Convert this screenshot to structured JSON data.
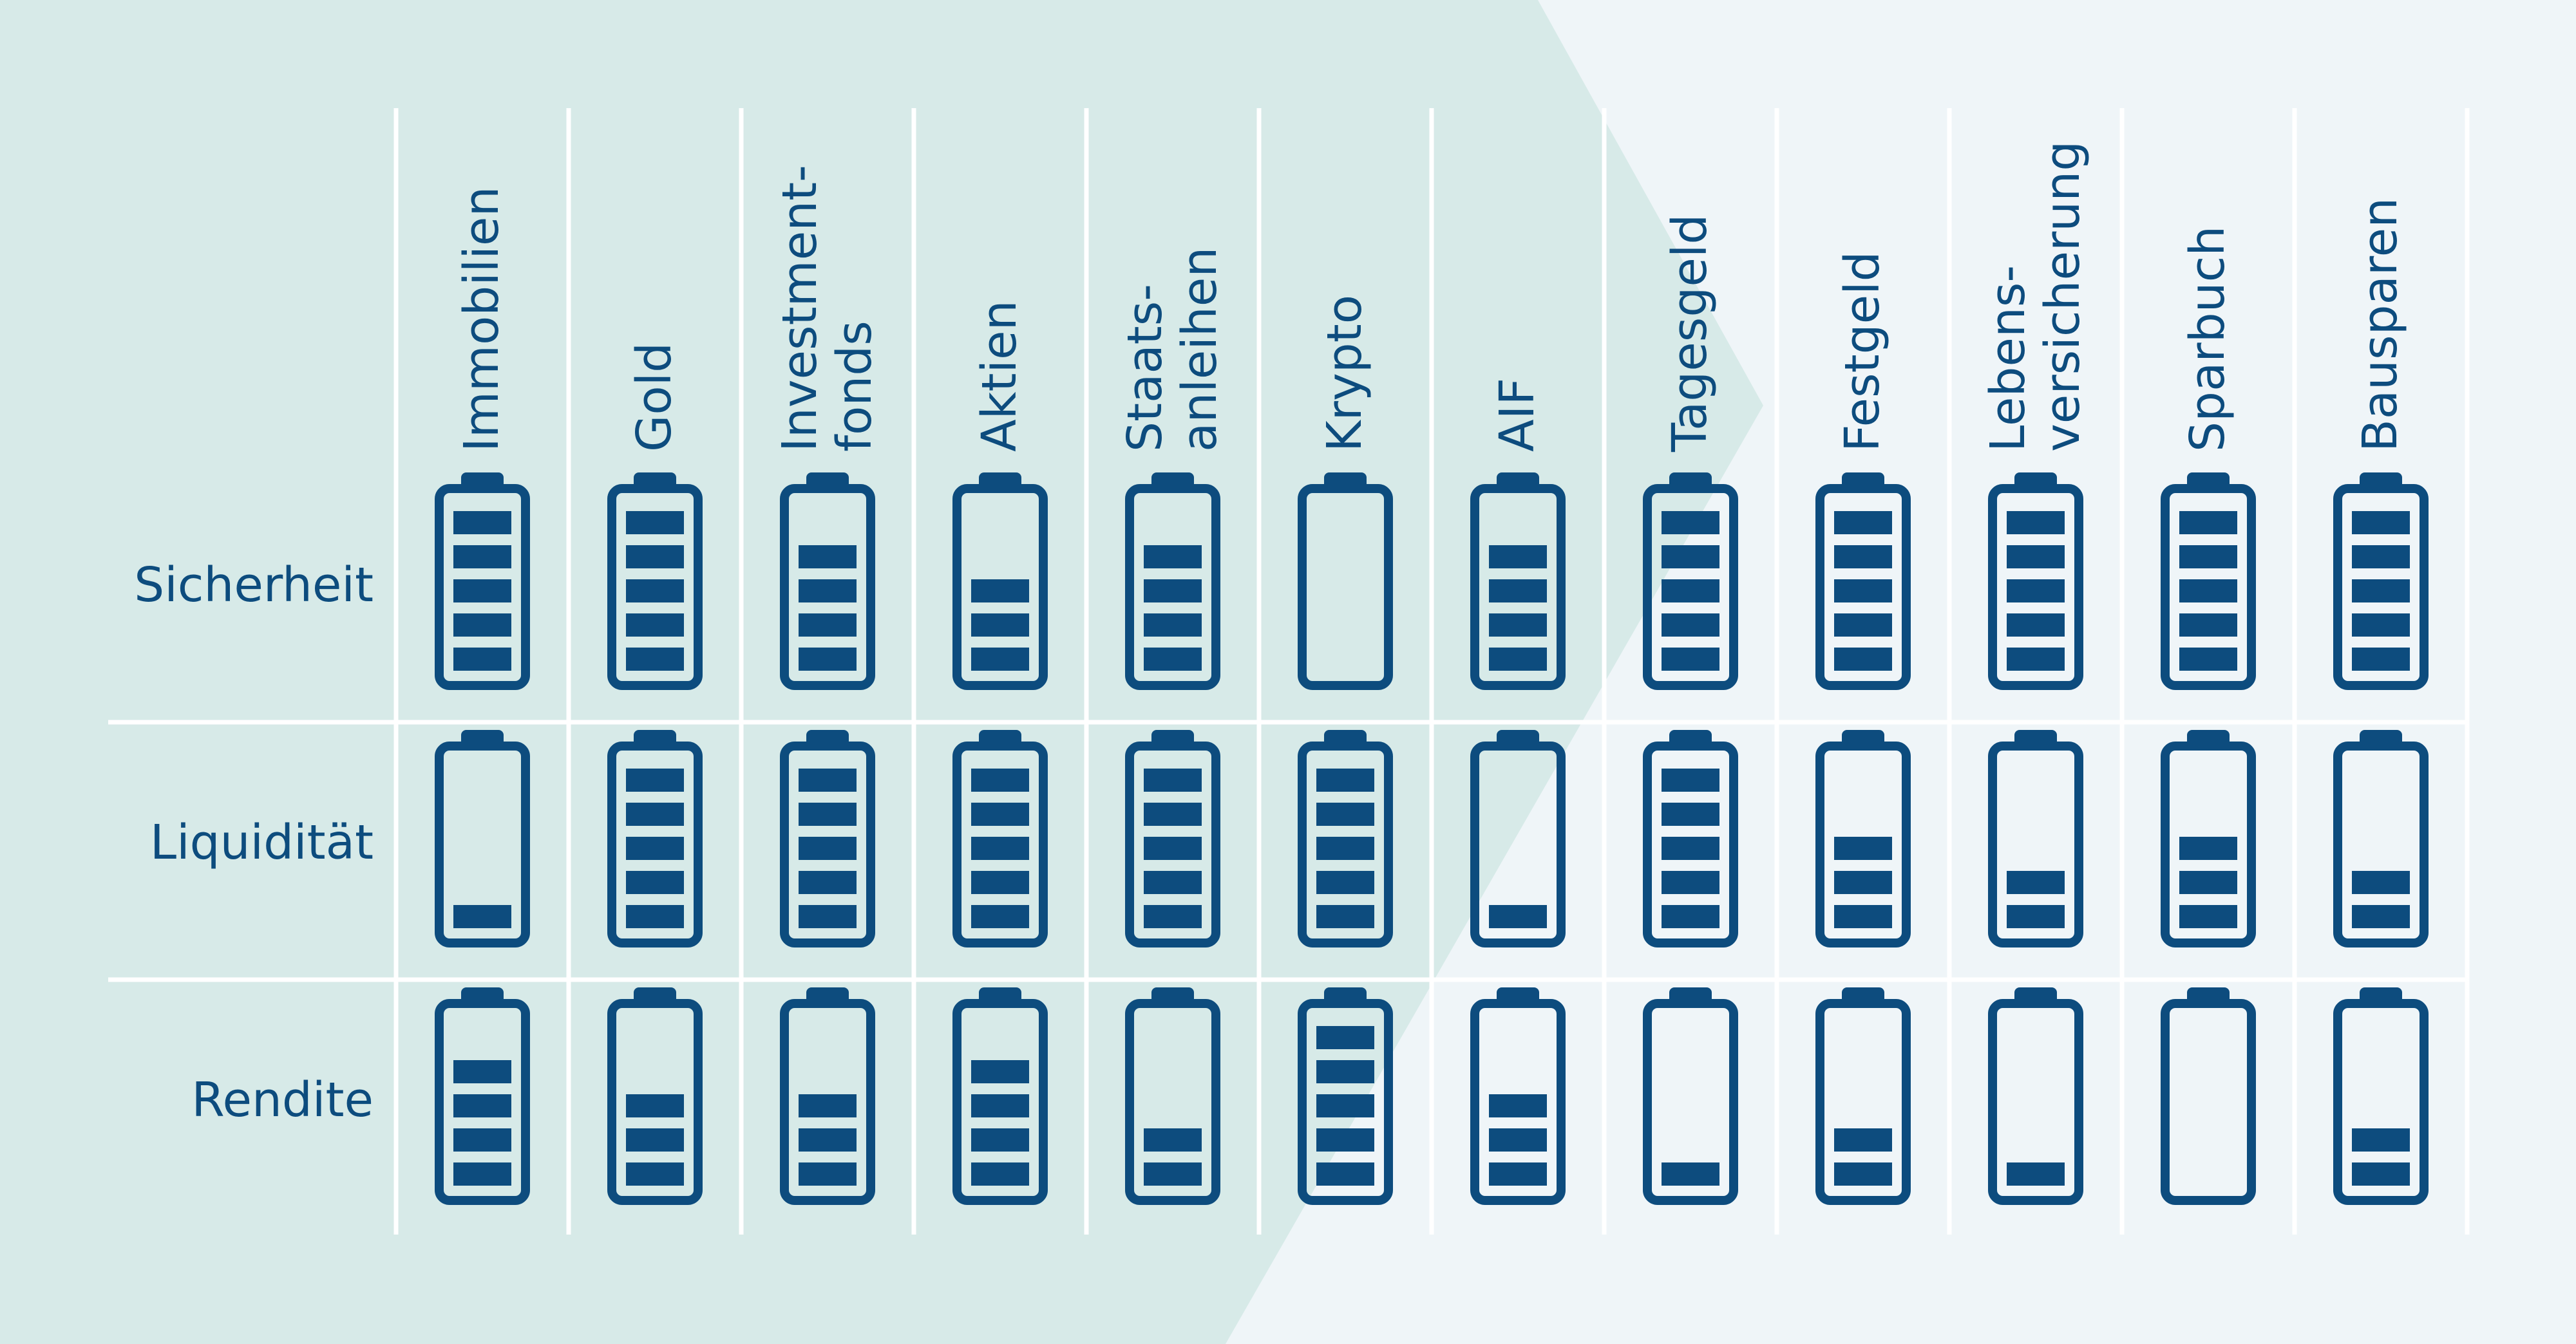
{
  "colors": {
    "left_bg": "#d7eae8",
    "right_bg": "#eff5f8",
    "battery": "#0d4c7e",
    "divider": "#ffffff",
    "text": "#0d4c7e"
  },
  "chart_data": {
    "type": "table",
    "title": "",
    "columns": [
      {
        "lines": [
          "Immobilien"
        ]
      },
      {
        "lines": [
          "Gold"
        ]
      },
      {
        "lines": [
          "Investment-",
          "fonds"
        ]
      },
      {
        "lines": [
          "Aktien"
        ]
      },
      {
        "lines": [
          "Staats-",
          "anleihen"
        ]
      },
      {
        "lines": [
          "Krypto"
        ]
      },
      {
        "lines": [
          "AIF"
        ]
      },
      {
        "lines": [
          "Tagesgeld"
        ]
      },
      {
        "lines": [
          "Festgeld"
        ]
      },
      {
        "lines": [
          "Lebens-",
          "versicherung"
        ]
      },
      {
        "lines": [
          "Sparbuch"
        ]
      },
      {
        "lines": [
          "Bausparen"
        ]
      }
    ],
    "rows": [
      {
        "label": "Sicherheit",
        "values": [
          5,
          5,
          4,
          3,
          4,
          0,
          4,
          5,
          5,
          5,
          5,
          5
        ]
      },
      {
        "label": "Liquidität",
        "values": [
          1,
          5,
          5,
          5,
          5,
          5,
          1,
          5,
          3,
          2,
          3,
          2
        ]
      },
      {
        "label": "Rendite",
        "values": [
          4,
          3,
          3,
          4,
          2,
          5,
          3,
          1,
          2,
          1,
          0,
          2
        ]
      }
    ],
    "max_level": 5
  }
}
